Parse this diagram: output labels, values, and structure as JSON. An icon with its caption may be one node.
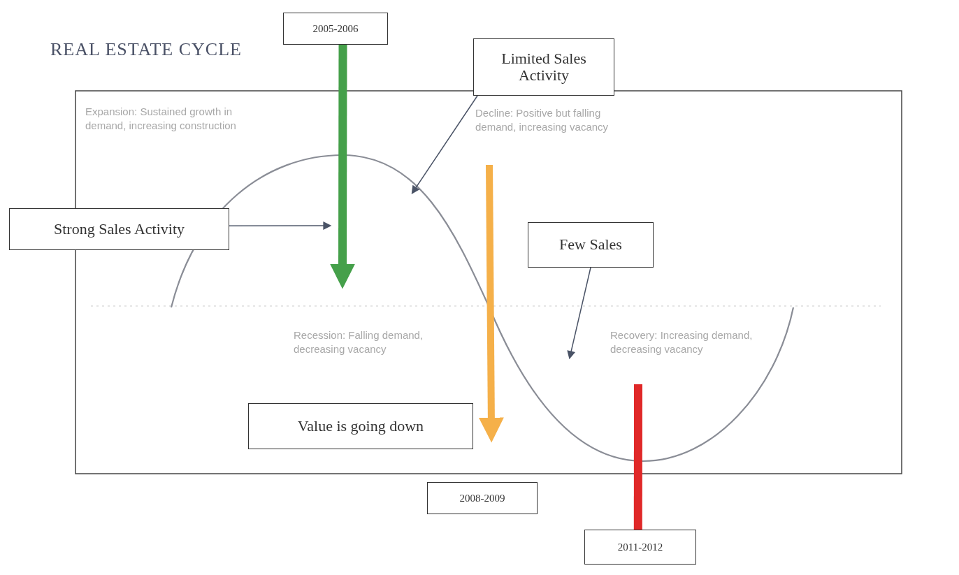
{
  "diagram": {
    "title": "REAL ESTATE CYCLE",
    "nodes": [
      {
        "text": [
          "2005-2006"
        ]
      },
      {
        "text": [
          "Limited Sales Activity"
        ]
      },
      {
        "text": [
          "Strong Sales Activity"
        ]
      },
      {
        "text": [
          "Few Sales"
        ]
      },
      {
        "text": [
          "Value is going down"
        ]
      },
      {
        "text": [
          "2008-2009"
        ]
      },
      {
        "text": [
          "2011-2012"
        ]
      }
    ],
    "edges": [
      {
        "from": 0,
        "to": null,
        "arrow": "to",
        "style": "thick",
        "color": "#45a04a"
      },
      {
        "from": 1,
        "to": null,
        "arrow": "to"
      },
      {
        "from": 2,
        "to": null,
        "arrow": "to"
      },
      {
        "from": 3,
        "to": null,
        "arrow": "to"
      },
      {
        "from": 6,
        "to": null,
        "arrow": "none",
        "style": "thick",
        "color": "#e02828"
      }
    ],
    "labels": [
      "Expansion: Sustained growth in demand, increasing construction",
      "Decline: Positive but falling demand, increasing vacancy",
      "Recession: Falling demand, decreasing vacancy",
      "Recovery: Increasing demand, decreasing vacancy"
    ]
  }
}
